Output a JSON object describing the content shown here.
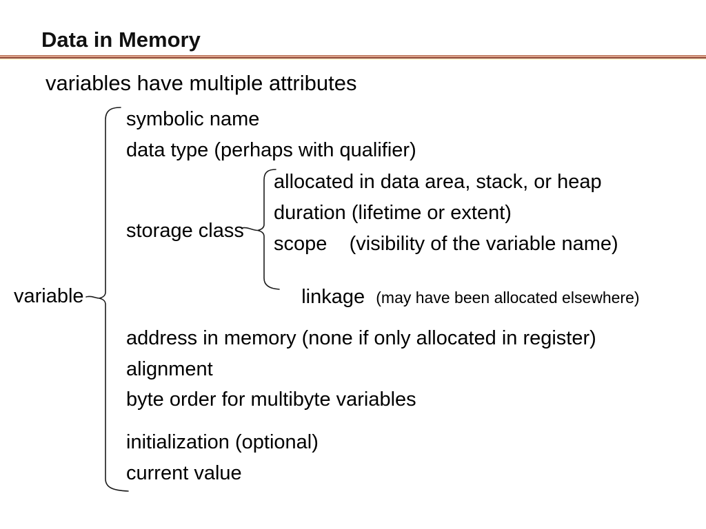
{
  "title": "Data in Memory",
  "subtitle": "variables have multiple attributes",
  "diagram": {
    "root": "variable",
    "symbolic_name": "symbolic name",
    "data_type": "data type (perhaps with qualifier)",
    "storage_class": "storage class",
    "allocated": "allocated in data area, stack, or heap",
    "duration": "duration (lifetime or extent)",
    "scope": "scope    (visibility of the variable name)",
    "linkage": "linkage",
    "linkage_note": "(may have been allocated elsewhere)",
    "address": "address in memory (none if only allocated in register)",
    "alignment": "alignment",
    "byte_order": "byte order for multibyte variables",
    "initialization": "initialization (optional)",
    "current_value": "current value"
  },
  "colors": {
    "text": "#000000",
    "divider_top": "#b77258",
    "divider_light": "#dba189",
    "divider_dark": "#8e4a3a",
    "divider_cream": "#fcf3d4"
  }
}
